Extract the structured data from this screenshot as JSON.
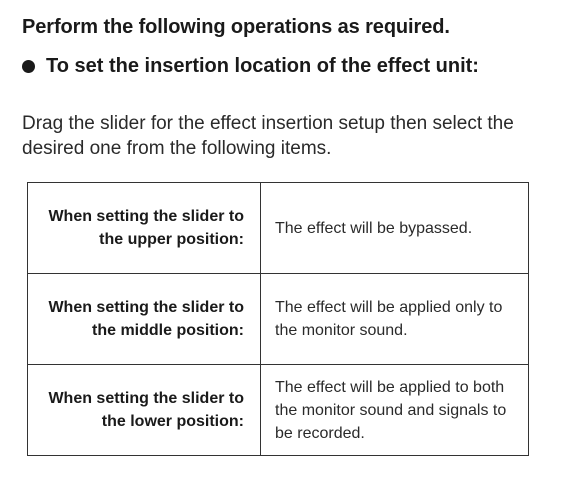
{
  "heading": "Perform the following operations as required.",
  "bullet": {
    "icon": "bullet-dot",
    "title": "To set the insertion location of the effect unit:"
  },
  "description": "Drag the slider for the effect insertion setup then select the desired one from the following items.",
  "table": {
    "rows": [
      {
        "condition": "When setting the slider to the upper position:",
        "result": "The effect will be bypassed."
      },
      {
        "condition": "When setting the slider to the middle position:",
        "result": "The effect will be applied only to the monitor sound."
      },
      {
        "condition": "When setting the slider to the lower position:",
        "result": "The effect will be applied to both the monitor sound and signals to be recorded."
      }
    ]
  }
}
